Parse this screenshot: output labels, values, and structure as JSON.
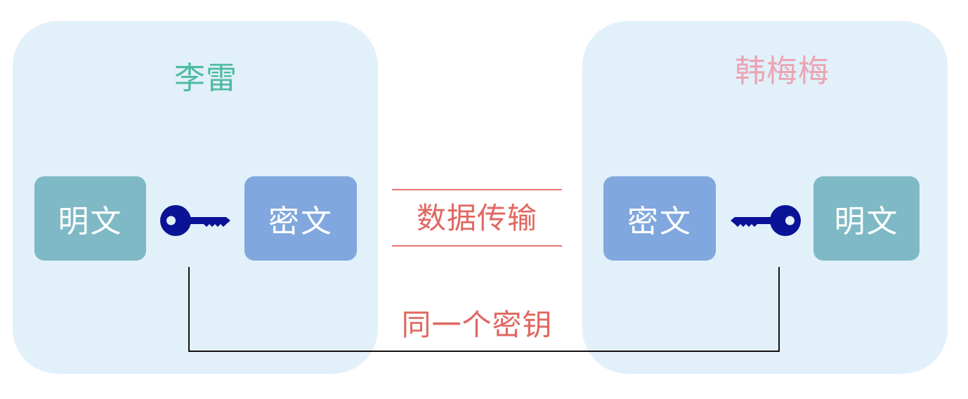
{
  "left_party": {
    "name": "李雷",
    "plaintext": "明文",
    "ciphertext": "密文"
  },
  "right_party": {
    "name": "韩梅梅",
    "plaintext": "明文",
    "ciphertext": "密文"
  },
  "transfer_label": "数据传输",
  "shared_key_label": "同一个密钥",
  "colors": {
    "panel_bg": "#e2f0fa",
    "left_name": "#4dbb9f",
    "right_name": "#eba4b3",
    "plaintext_box": "#7fb9c6",
    "ciphertext_box": "#80a7de",
    "key": "#0a1295",
    "accent_red": "#e06862"
  },
  "icons": [
    "key-icon"
  ]
}
